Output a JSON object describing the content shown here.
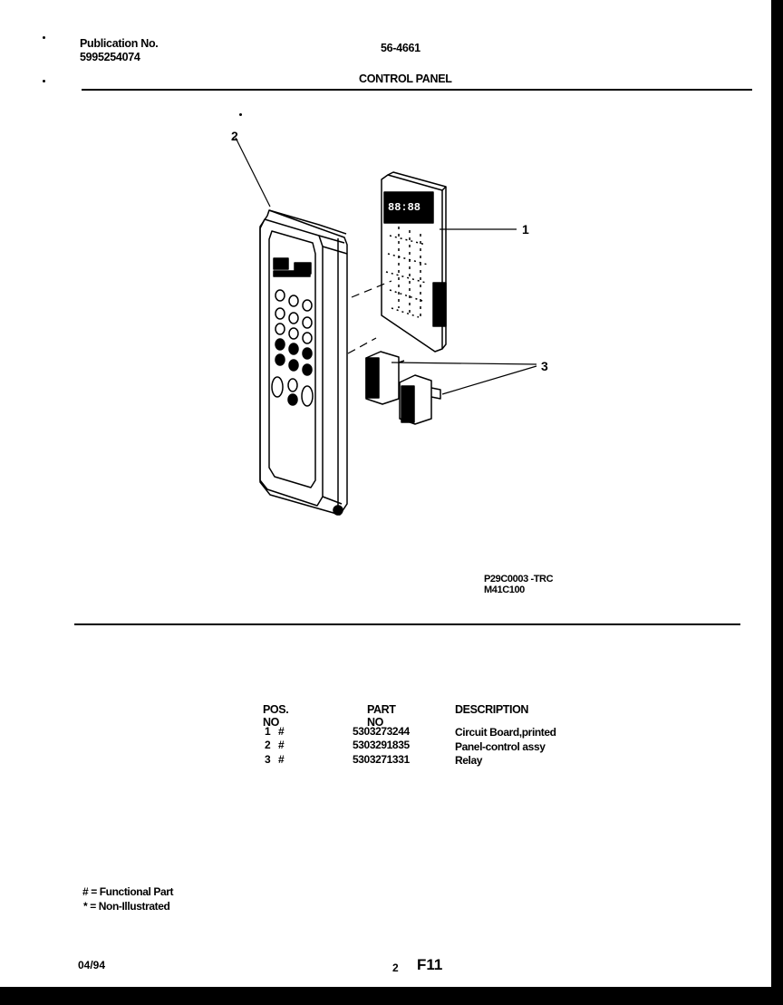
{
  "header": {
    "publication_label": "Publication No.",
    "publication_number": "5995254074",
    "model": "56-4661",
    "section_title": "CONTROL PANEL"
  },
  "diagram": {
    "callouts": [
      "1",
      "2",
      "3"
    ],
    "pcb_display": "88:88",
    "drawing_code_1": "P29C0003 -TRC",
    "drawing_code_2": "M41C100"
  },
  "parts_table": {
    "headers": [
      "POS. NO",
      "PART NO",
      "DESCRIPTION"
    ],
    "rows": [
      {
        "pos": "1",
        "flag": "#",
        "part_no": "5303273244",
        "description": "Circuit Board,printed"
      },
      {
        "pos": "2",
        "flag": "#",
        "part_no": "5303291835",
        "description": "Panel-control assy"
      },
      {
        "pos": "3",
        "flag": "#",
        "part_no": "5303271331",
        "description": "Relay"
      }
    ]
  },
  "legend": {
    "functional": "# = Functional Part",
    "non_illustrated": "* = Non-Illustrated"
  },
  "footer": {
    "date": "04/94",
    "page_number": "2",
    "figure_code": "F11"
  }
}
